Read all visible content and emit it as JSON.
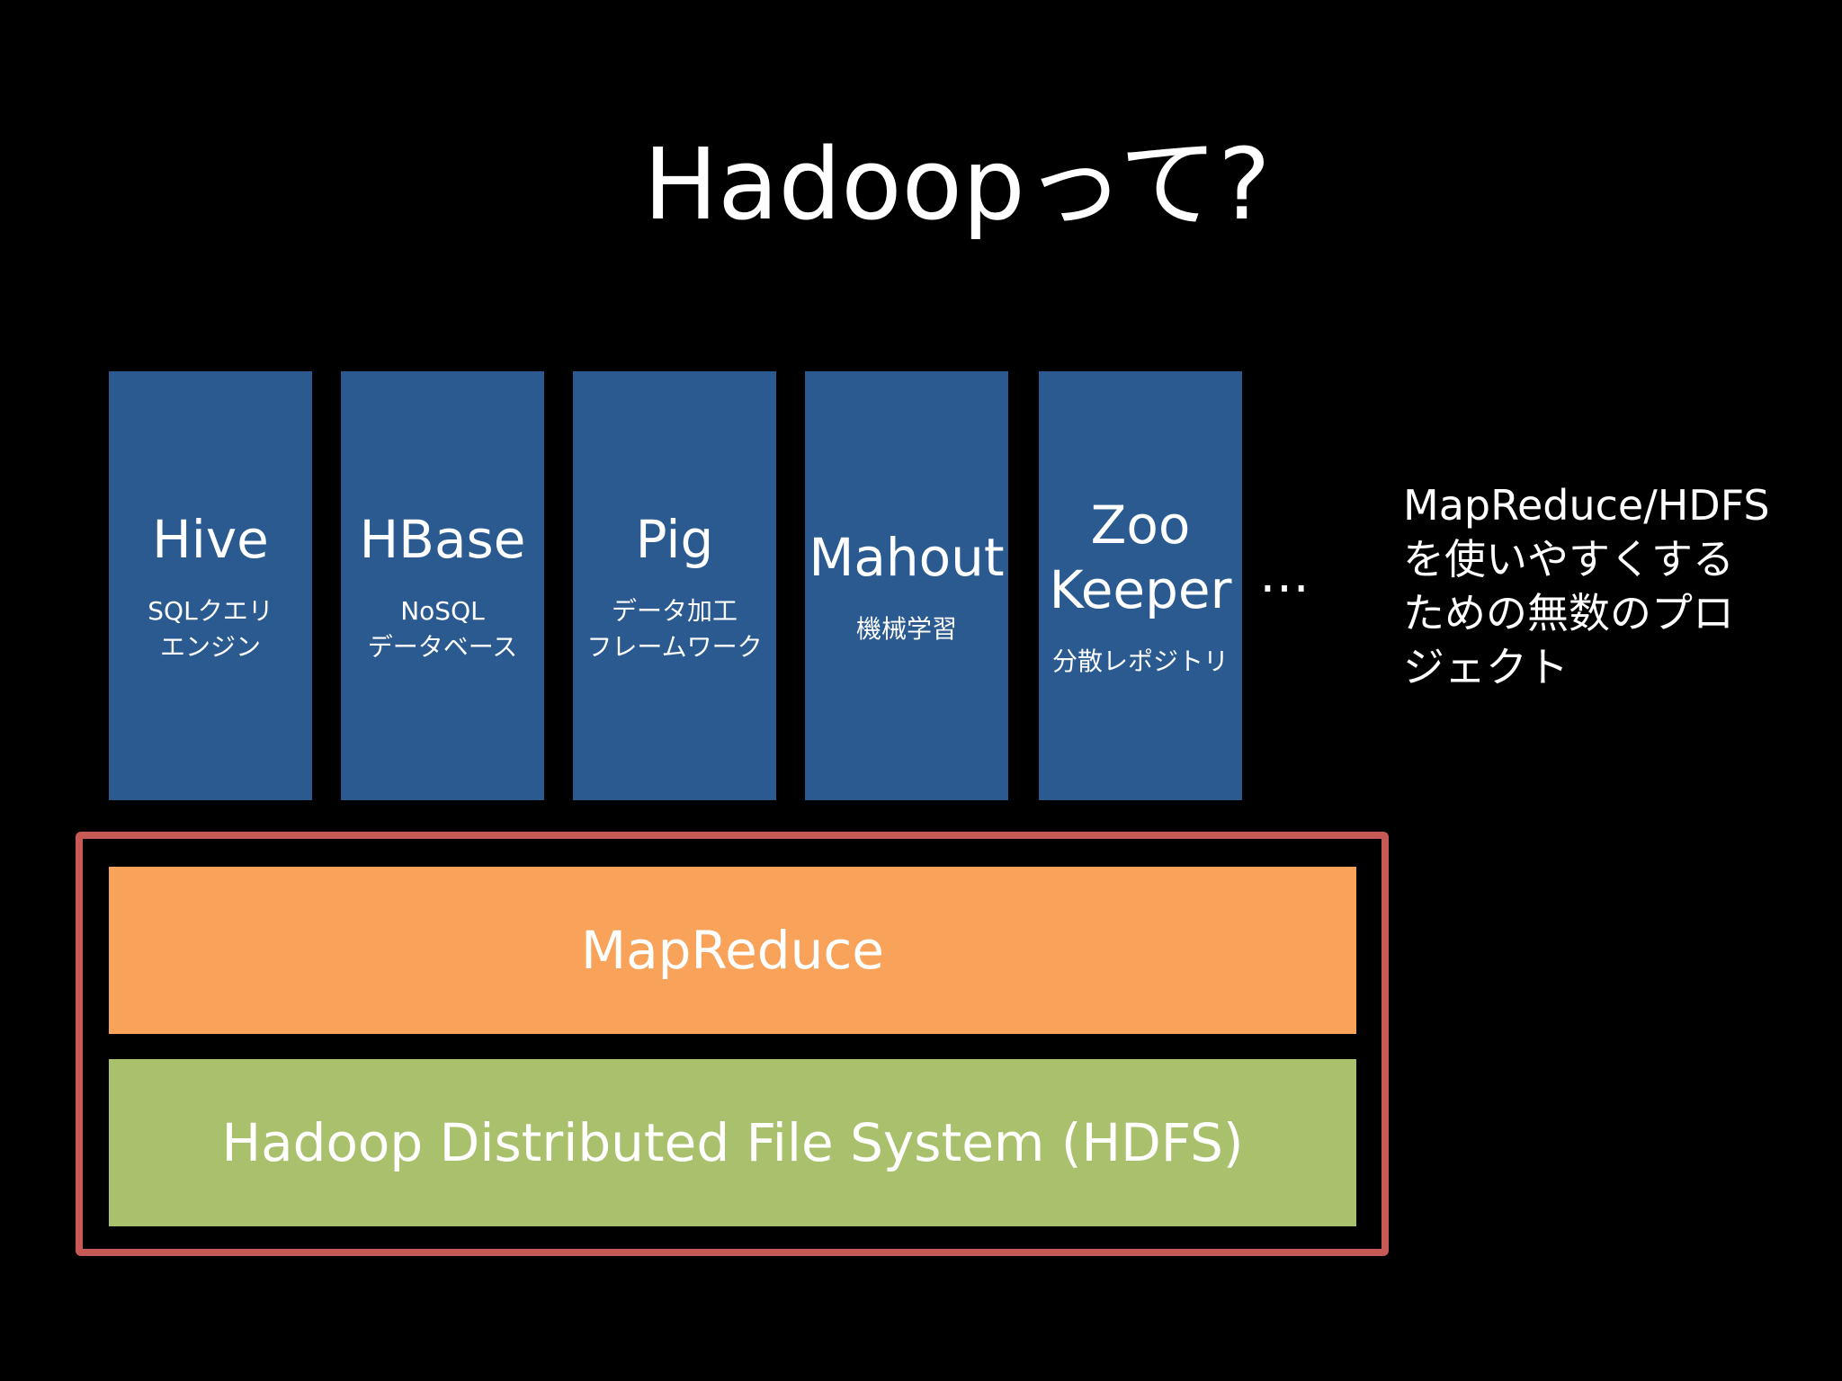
{
  "title": "Hadoopって?",
  "projects": [
    {
      "name": "Hive",
      "desc": [
        "SQLクエリ",
        "エンジン"
      ]
    },
    {
      "name": "HBase",
      "desc": [
        "NoSQL",
        "データベース"
      ]
    },
    {
      "name": "Pig",
      "desc": [
        "データ加工",
        "フレームワーク"
      ]
    },
    {
      "name": "Mahout",
      "desc": [
        "機械学習"
      ]
    },
    {
      "name": [
        "Zoo",
        "Keeper"
      ],
      "desc": [
        "分散レポジトリ"
      ]
    }
  ],
  "ellipsis": "…",
  "side_note": [
    "MapReduce/HDFS",
    "を使いやすくする",
    "ための無数のプロ",
    "ジェクト"
  ],
  "layers": {
    "mapreduce": "MapReduce",
    "hdfs": "Hadoop Distributed File System (HDFS)"
  },
  "colors": {
    "background": "#000000",
    "project_box": "#2a5a8f",
    "mapreduce": "#f9a35a",
    "hdfs": "#a9c16d",
    "frame": "#c85a55",
    "text": "#ffffff"
  }
}
